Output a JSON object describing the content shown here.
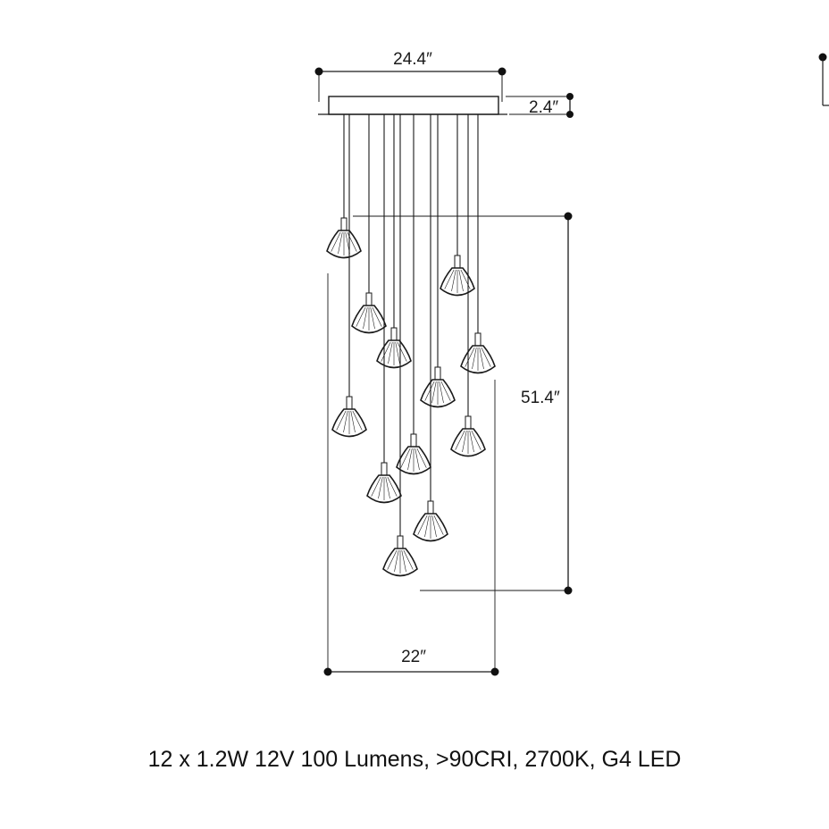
{
  "diagram": {
    "dimensions": {
      "canopy_width": "24.4″",
      "canopy_height": "2.4″",
      "drop_height": "51.4″",
      "cluster_width": "22″"
    },
    "pendant_count": 12
  },
  "specification": "12 x 1.2W 12V 100 Lumens, >90CRI, 2700K, G4 LED",
  "colors": {
    "line": "#1a1a1a",
    "background": "#ffffff"
  }
}
